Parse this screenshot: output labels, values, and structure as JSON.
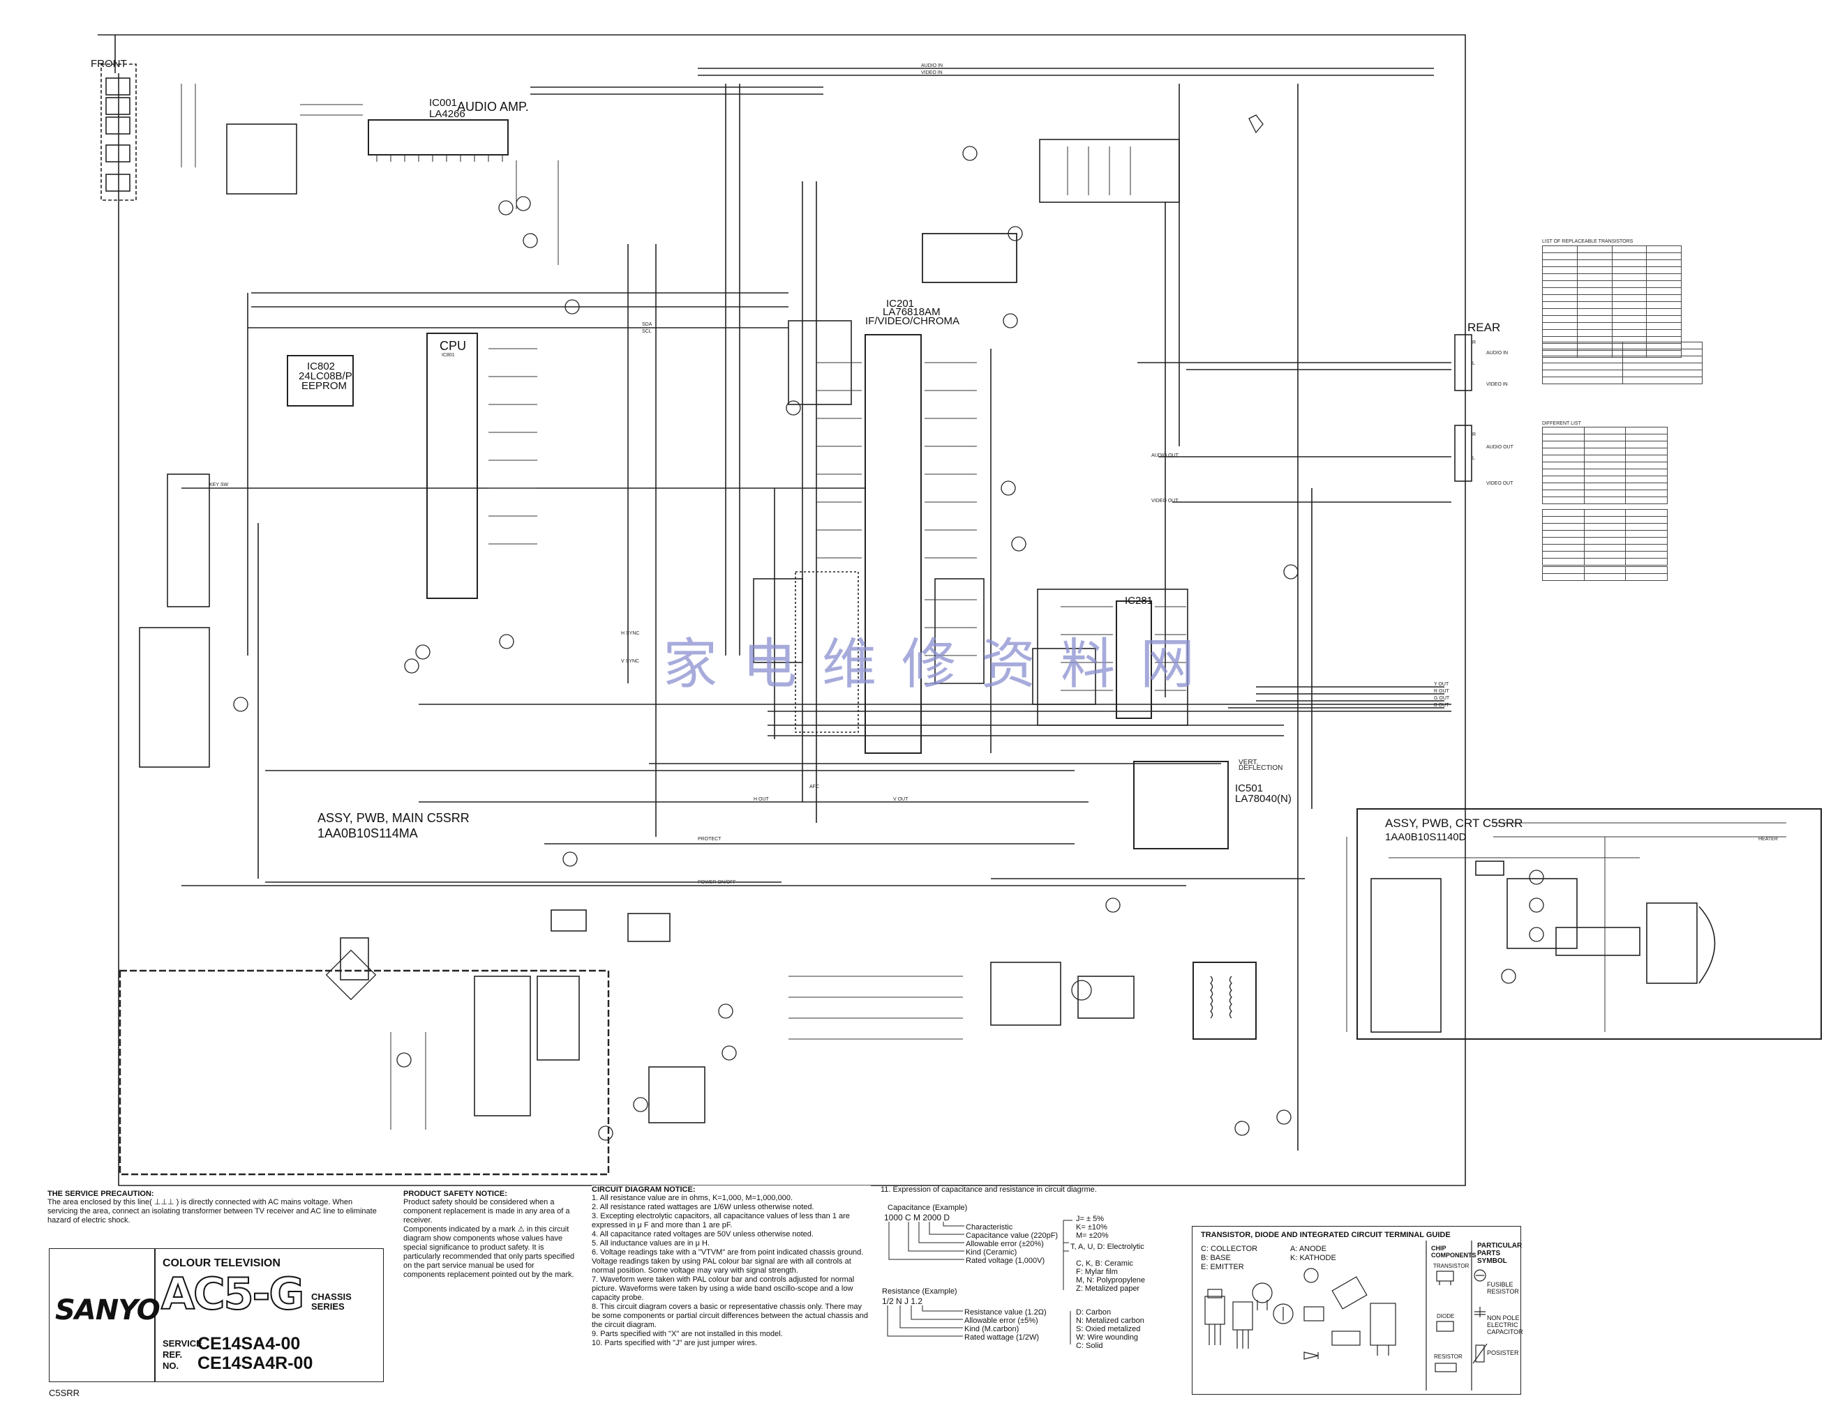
{
  "connectors": {
    "front": "FRONT",
    "rear": "REAR"
  },
  "rear_labels": {
    "r1": "R",
    "audio_in": "AUDIO IN",
    "l1": "L",
    "video_in": "VIDEO IN",
    "r2": "R",
    "audio_out": "AUDIO OUT",
    "l2": "L",
    "video_out": "VIDEO OUT"
  },
  "ics": {
    "ic001": {
      "ref": "IC001",
      "part": "LA4266",
      "func": "AUDIO AMP."
    },
    "ic802": {
      "ref": "IC802",
      "part": "24LC08B/P",
      "func": "EEPROM"
    },
    "cpu": {
      "ref": "CPU",
      "part": "IC801"
    },
    "ic201": {
      "ref": "IC201",
      "part": "LA76818AM",
      "func": "IF/VIDEO/CHROMA"
    },
    "ic281": {
      "ref": "IC281"
    },
    "ic501": {
      "ref": "IC501",
      "part": "LA78040(N)",
      "func": "VERT. DEFLECTION"
    }
  },
  "assemblies": {
    "main_title": "ASSY, PWB, MAIN C5SRR",
    "main_code": "1AA0B10S114MA",
    "crt_title": "ASSY, PWB, CRT C5SRR",
    "crt_code": "1AA0B10S1140D"
  },
  "watermark": "家电维修资料网",
  "nets": [
    "AUDIO IN",
    "VIDEO IN",
    "AUDIO OUT",
    "VIDEO OUT",
    "PROTECT",
    "POWER ON/OFF",
    "H OUT",
    "V OUT",
    "Y OUT",
    "R OUT",
    "G OUT",
    "B OUT",
    "KEY SW",
    "H SYNC",
    "V SYNC",
    "SDA",
    "SCL",
    "AFC",
    "HEATER"
  ],
  "precaution": {
    "title": "THE SERVICE PRECAUTION:",
    "text": "The area enclosed by this line( ⊥⊥⊥ ) is directly connected with AC mains voltage. When servicing the area, connect an isolating transformer between TV receiver and AC line to eliminate hazard of electric shock."
  },
  "title_block": {
    "product": "COLOUR TELEVISION",
    "brand": "SANYO",
    "chassis": "AC5-G",
    "chassis_suffix": "CHASSIS SERIES",
    "service_label": "SERVICE REF. NO.",
    "model1": "CE14SA4-00",
    "model2": "CE14SA4R-00",
    "footer": "C5SRR"
  },
  "safety": {
    "title": "PRODUCT SAFETY NOTICE:",
    "p1": "Product safety should be considered when a component replacement is made in any area of a receiver.",
    "p2": "Components indicated by a mark ⚠ in this circuit diagram show components whose values have special significance to product safety. It is particularly recommended that only parts specified on the part service manual be used for components replacement pointed out by the mark."
  },
  "notice": {
    "title": "CIRCUIT DIAGRAM NOTICE:",
    "items": [
      "1. All resistance value are in ohms, K=1,000, M=1,000,000.",
      "2. All resistance rated wattages are 1/6W unless otherwise noted.",
      "3. Excepting electrolytic capacitors, all capacitance values of less than 1 are expressed in μ F and more than 1 are pF.",
      "4. All capacitance rated voltages are 50V unless otherwise noted.",
      "5. All inductance values are in μ H.",
      "6. Voltage readings take with a \"VTVM\" are from point indicated chassis ground. Voltage readings taken by using PAL colour bar signal are with all controls at normal position. Some voltage may vary with signal strength.",
      "7. Waveform were taken with PAL colour bar and controls adjusted for normal picture. Waveforms were taken by using a wide band oscillo-scope and a low capacity probe.",
      "8. This circuit diagram covers a basic or representative chassis only. There may be some components or partial circuit differences between the actual chassis and the circuit diagram.",
      "9. Parts specified with \"X\" are not installed in this model.",
      "10. Parts specified with \"J\" are just jumper wires."
    ]
  },
  "capres": {
    "intro": "11. Expression of capacitance and resistance in circuit diagrme.",
    "cap_example": "Capacitance (Example)",
    "cap_code": "1000 C M 2000 D",
    "cap_fields": [
      "Characteristic",
      "Capacitance value (220pF)",
      "Allowable error (±20%)",
      "Kind (Ceramic)",
      "Rated voltage (1,000V)"
    ],
    "tol": [
      "J= ± 5%",
      "K= ±10%",
      "M= ±20%"
    ],
    "kinds": [
      "T, A, U, D: Electrolytic",
      "C, K, B: Ceramic",
      "F: Mylar film",
      "M, N: Polypropylene",
      "Z: Metalized paper"
    ],
    "res_example": "Resistance (Example)",
    "res_code": "1/2 N J 1.2",
    "res_fields": [
      "Resistance value (1.2Ω)",
      "Allowable error (±5%)",
      "Kind (M.carbon)",
      "Rated wattage (1/2W)"
    ],
    "res_kinds": [
      "D: Carbon",
      "N: Metalized carbon",
      "S: Oxied metalized",
      "W: Wire wounding",
      "C: Solid"
    ]
  },
  "terminal": {
    "title": "TRANSISTOR, DIODE AND INTEGRATED CIRCUIT TERMINAL GUIDE",
    "legend1": [
      "C: COLLECTOR",
      "B: BASE",
      "E: EMITTER"
    ],
    "legend2": [
      "A: ANODE",
      "K: KATHODE"
    ],
    "chip": "CHIP COMPONENTS",
    "transistor": "TRANSISTOR",
    "diode": "DIODE",
    "resistor": "RESISTOR",
    "parts_title": "PARTICULAR PARTS SYMBOL",
    "fusible": "FUSIBLE RESISTOR",
    "nonpole": "NON POLE ELECTRIC CAPACITOR",
    "posister": "POSISTER"
  },
  "side_tables": {
    "t1_title": "LIST OF REPLACEABLE TRANSISTORS",
    "t2_title": "DIFFERENT LIST"
  }
}
